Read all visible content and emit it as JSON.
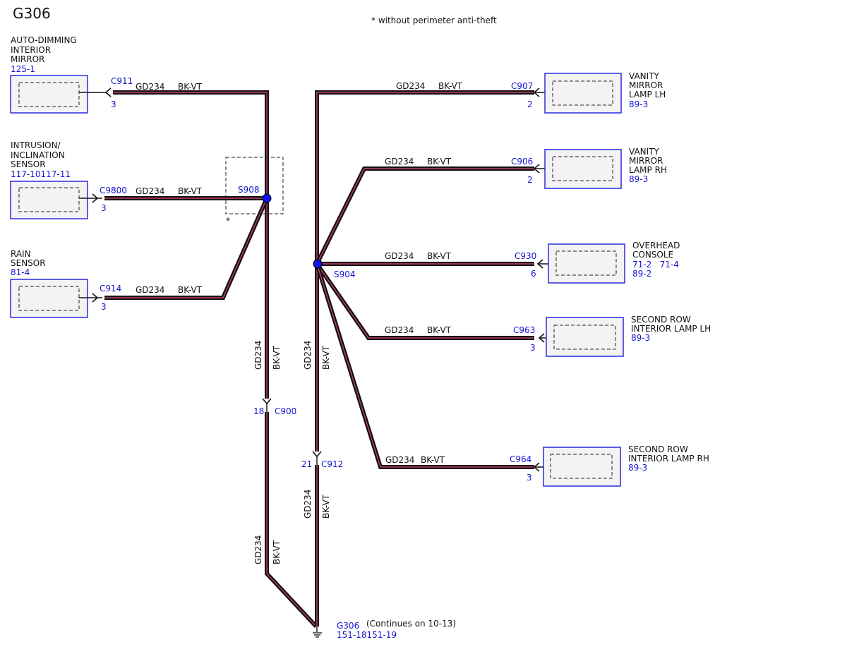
{
  "page": {
    "title": "G306",
    "footnote": "* without perimeter anti-theft",
    "footnote_marker": "*"
  },
  "wire": {
    "circuit": "GD234",
    "color": "BK-VT"
  },
  "components": {
    "auto_dimming_mirror": {
      "name_lines": [
        "AUTO-DIMMING",
        "INTERIOR",
        "MIRROR"
      ],
      "ref": "125-1",
      "connector": "C911",
      "pin": "3"
    },
    "intrusion_sensor": {
      "name_lines": [
        "INTRUSION/",
        "INCLINATION",
        "SENSOR"
      ],
      "ref": "117-10117-11",
      "connector": "C9800",
      "pin": "3"
    },
    "rain_sensor": {
      "name_lines": [
        "RAIN",
        "SENSOR"
      ],
      "ref": "81-4",
      "connector": "C914",
      "pin": "3"
    },
    "vanity_lh": {
      "name_lines": [
        "VANITY",
        "MIRROR",
        "LAMP LH"
      ],
      "ref": "89-3",
      "connector": "C907",
      "pin": "2"
    },
    "vanity_rh": {
      "name_lines": [
        "VANITY",
        "MIRROR",
        "LAMP RH"
      ],
      "ref": "89-3",
      "connector": "C906",
      "pin": "2"
    },
    "overhead_console": {
      "name_lines": [
        "OVERHEAD",
        "CONSOLE"
      ],
      "ref_lines": [
        "71-2   71-4",
        "89-2"
      ],
      "connector": "C930",
      "pin": "6"
    },
    "second_row_lh": {
      "name_lines": [
        "SECOND ROW",
        "INTERIOR LAMP LH"
      ],
      "ref": "89-3",
      "connector": "C963",
      "pin": "3"
    },
    "second_row_rh": {
      "name_lines": [
        "SECOND ROW",
        "INTERIOR LAMP RH"
      ],
      "ref": "89-3",
      "connector": "C964",
      "pin": "3"
    }
  },
  "splices": {
    "s908": "S908",
    "s904": "S904"
  },
  "inline_connectors": {
    "c900": {
      "connector": "C900",
      "pin": "18"
    },
    "c912": {
      "connector": "C912",
      "pin": "21"
    }
  },
  "ground": {
    "name": "G306",
    "ref": "151-18151-19",
    "note": "(Continues on 10-13)"
  },
  "colors": {
    "wire_outer": "#111111",
    "wire_stripe": "#c0406e",
    "component_border": "#2a2ae0",
    "reference_text": "#1515d4",
    "splice_dot": "#1010f0"
  }
}
